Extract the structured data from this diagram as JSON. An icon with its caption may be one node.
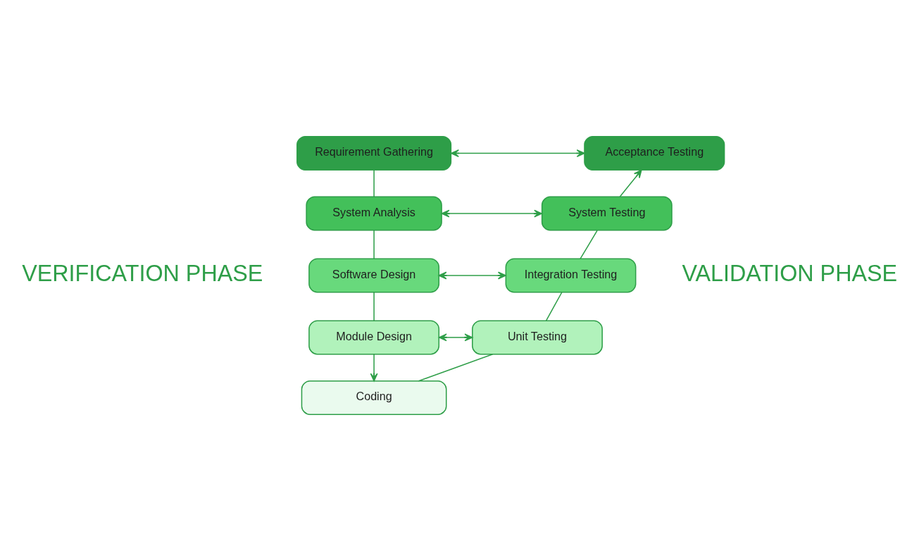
{
  "diagram": {
    "nodes": [
      {
        "text": [
          "Requirement Gathering"
        ]
      },
      {
        "text": [
          "Acceptance Testing"
        ]
      },
      {
        "text": [
          "System Analysis"
        ]
      },
      {
        "text": [
          "System Testing"
        ]
      },
      {
        "text": [
          "Software Design"
        ]
      },
      {
        "text": [
          "Integration Testing"
        ]
      },
      {
        "text": [
          "Module Design"
        ]
      },
      {
        "text": [
          "Unit Testing"
        ]
      },
      {
        "text": [
          "Coding"
        ]
      }
    ],
    "edges": [
      {
        "from": 0,
        "to": 1,
        "arrow": "both"
      },
      {
        "from": 0,
        "to": 2,
        "arrow": "none"
      },
      {
        "from": 2,
        "to": 3,
        "arrow": "both"
      },
      {
        "from": 2,
        "to": 4,
        "arrow": "none"
      },
      {
        "from": 4,
        "to": 5,
        "arrow": "both"
      },
      {
        "from": 4,
        "to": 6,
        "arrow": "none"
      },
      {
        "from": 6,
        "to": 7,
        "arrow": "both"
      },
      {
        "from": 6,
        "to": 8,
        "arrow": "to"
      },
      {
        "from": 8,
        "to": 7,
        "arrow": "none"
      },
      {
        "from": 7,
        "to": 5,
        "arrow": "none"
      },
      {
        "from": 5,
        "to": 3,
        "arrow": "none"
      },
      {
        "from": 3,
        "to": 1,
        "arrow": "to"
      }
    ],
    "labels": [
      "VERIFICATION PHASE",
      "VALIDATION PHASE"
    ]
  }
}
